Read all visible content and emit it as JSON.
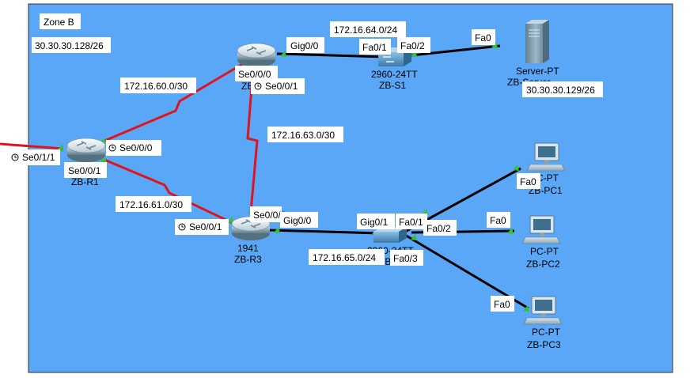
{
  "zone": {
    "title": "Zone B",
    "subnet": "30.30.30.128/26"
  },
  "colors": {
    "canvas": "#5aa7f7",
    "serial_link": "#e0141c",
    "ethernet_link": "#000000",
    "port_up": "#35c135",
    "label_bg": "#ffffff"
  },
  "devices": {
    "r1": {
      "model": "",
      "name": "ZB-R1"
    },
    "r2": {
      "model": "",
      "name": "ZB-R2"
    },
    "r3": {
      "model": "1941",
      "name": "ZB-R3"
    },
    "s1": {
      "model": "2960-24TT",
      "name": "ZB-S1"
    },
    "s2": {
      "model": "2960-24TT",
      "name": "ZB-S2"
    },
    "server": {
      "model": "Server-PT",
      "name": "ZB-Server",
      "ip": "30.30.30.129/26"
    },
    "pc1": {
      "model": "PC-PT",
      "name": "ZB-PC1"
    },
    "pc2": {
      "model": "PC-PT",
      "name": "ZB-PC2"
    },
    "pc3": {
      "model": "PC-PT",
      "name": "ZB-PC3"
    }
  },
  "networks": {
    "r1_r2": "172.16.60.0/30",
    "r1_r3": "172.16.61.0/30",
    "r2_r3": "172.16.63.0/30",
    "r2_lan": "172.16.64.0/24",
    "r3_lan": "172.16.65.0/24"
  },
  "ports": {
    "r1_se011": "Se0/1/1",
    "r1_se000": "Se0/0/0",
    "r1_se001": "Se0/0/1",
    "r2_se000": "Se0/0/0",
    "r2_se001": "Se0/0/1",
    "r2_gig00": "Gig0/0",
    "s1_fa01": "Fa0/1",
    "s1_fa02": "Fa0/2",
    "server_fa0": "Fa0",
    "r3_se001": "Se0/0/1",
    "r3_se000": "Se0/0/0",
    "r3_gig00": "Gig0/0",
    "s2_gig01": "Gig0/1",
    "s2_fa01": "Fa0/1",
    "s2_fa02": "Fa0/2",
    "s2_fa03": "Fa0/3",
    "pc1_fa0": "Fa0",
    "pc2_fa0": "Fa0",
    "pc3_fa0": "Fa0"
  }
}
